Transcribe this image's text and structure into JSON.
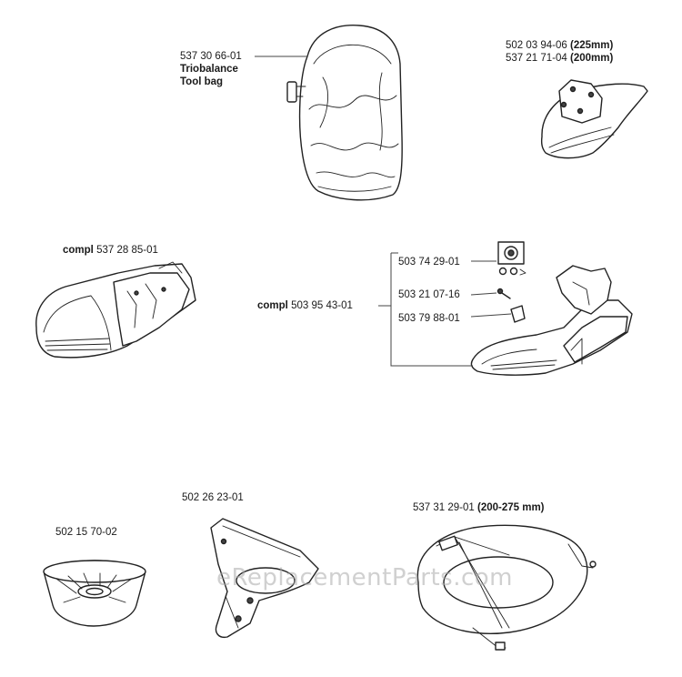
{
  "parts": [
    {
      "id": "tool-bag",
      "number": "537 30 66-01",
      "name_line1": "Triobalance",
      "name_line2": "Tool bag"
    },
    {
      "id": "guard-top-right",
      "number1": "502 03 94-06",
      "size1": "(225mm)",
      "number2": "537 21 71-04",
      "size2": "(200mm)"
    },
    {
      "id": "guard-left",
      "prefix": "compl",
      "number": "537 28 85-01"
    },
    {
      "id": "guard-assembly",
      "prefix": "compl",
      "number": "503 95 43-01",
      "sub": [
        {
          "number": "503 74 29-01"
        },
        {
          "number": "503 21 07-16"
        },
        {
          "number": "503 79 88-01"
        }
      ]
    },
    {
      "id": "cup",
      "number": "502 15 70-02"
    },
    {
      "id": "blade-guard",
      "number": "502 26 23-01"
    },
    {
      "id": "harness-guard",
      "number": "537 31 29-01",
      "size": "(200-275 mm)"
    }
  ],
  "watermark": "eReplacementParts.com"
}
